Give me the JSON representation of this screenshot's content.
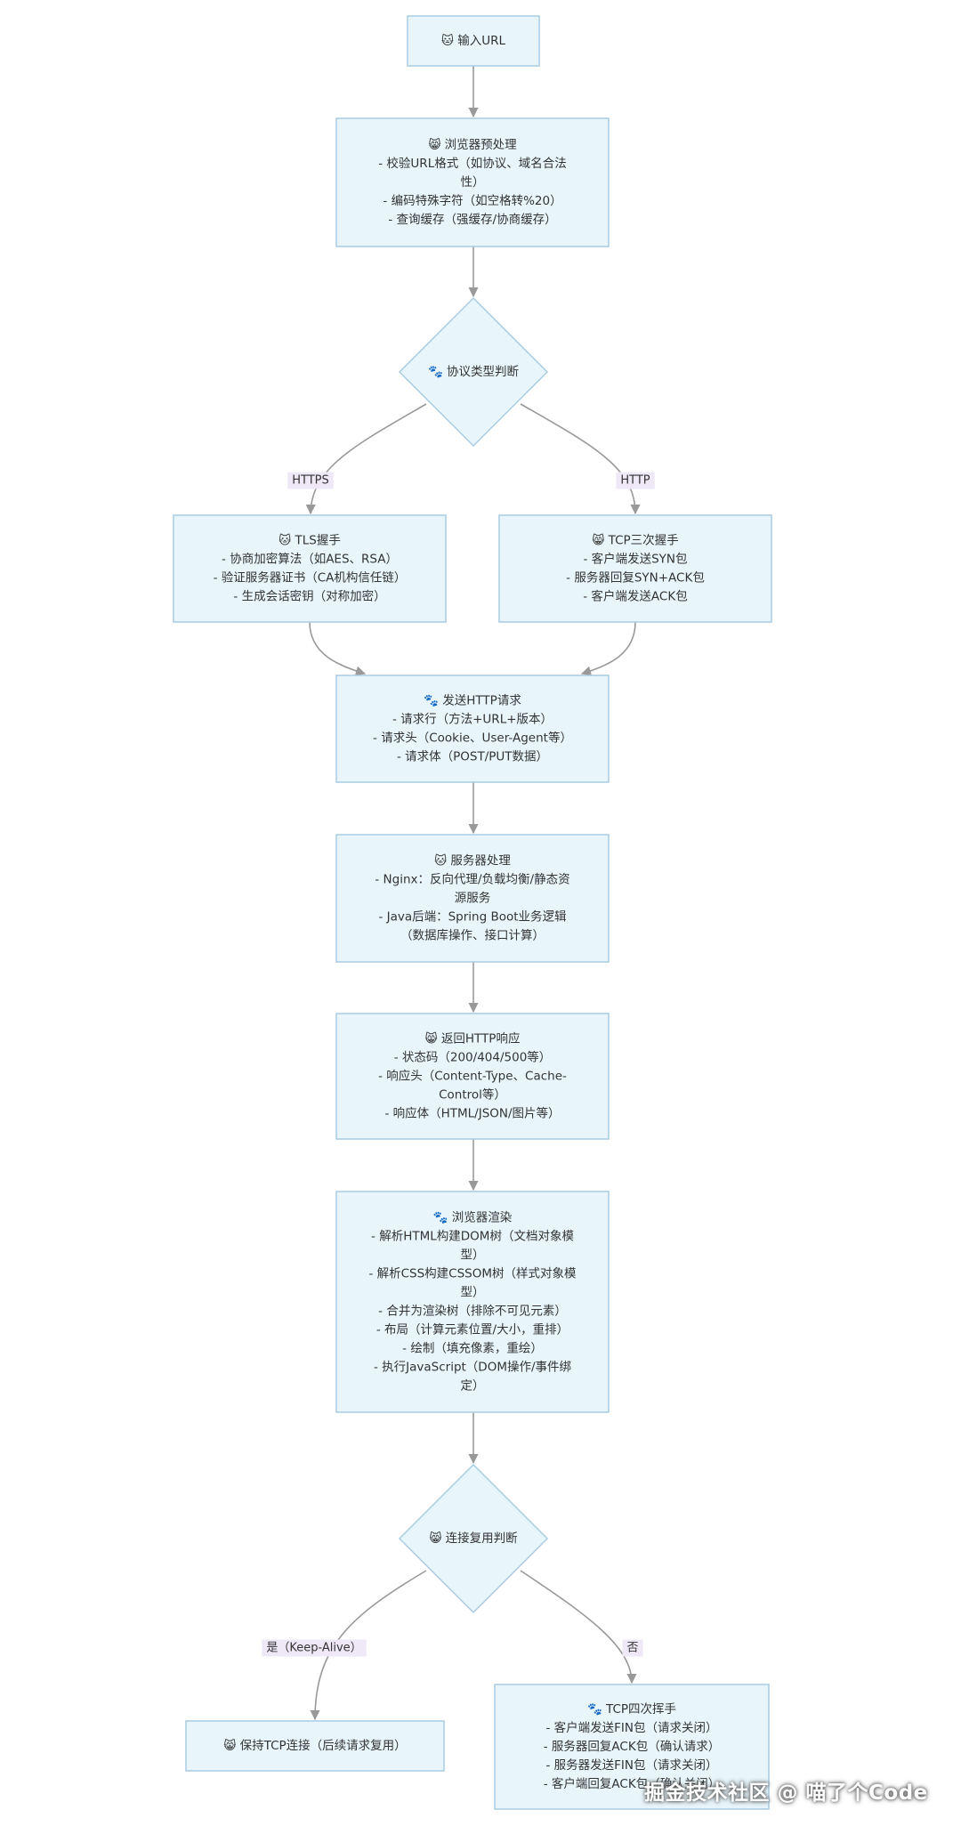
{
  "nodes": [
    {
      "id": "input-url",
      "shape": "rect",
      "icon": "cat-icon",
      "lines": [
        "🐱 输入URL"
      ]
    },
    {
      "id": "browser-preprocess",
      "shape": "rect",
      "icon": "cat-icon",
      "lines": [
        "😸 浏览器预处理",
        "- 校验URL格式（如协议、域名合法",
        "性）",
        "- 编码特殊字符（如空格转%20）",
        "- 查询缓存（强缓存/协商缓存）"
      ]
    },
    {
      "id": "protocol-decision",
      "shape": "diamond",
      "icon": "paw-icon",
      "lines": [
        "🐾 协议类型判断"
      ]
    },
    {
      "id": "tls-handshake",
      "shape": "rect",
      "icon": "cat-icon",
      "lines": [
        "🐱 TLS握手",
        "- 协商加密算法（如AES、RSA）",
        "- 验证服务器证书（CA机构信任链）",
        "- 生成会话密钥（对称加密）"
      ]
    },
    {
      "id": "tcp-handshake",
      "shape": "rect",
      "icon": "cat-icon",
      "lines": [
        "😸 TCP三次握手",
        "- 客户端发送SYN包",
        "- 服务器回复SYN+ACK包",
        "- 客户端发送ACK包"
      ]
    },
    {
      "id": "send-request",
      "shape": "rect",
      "icon": "paw-icon",
      "lines": [
        "🐾 发送HTTP请求",
        "- 请求行（方法+URL+版本）",
        "- 请求头（Cookie、User-Agent等）",
        "- 请求体（POST/PUT数据）"
      ]
    },
    {
      "id": "server-process",
      "shape": "rect",
      "icon": "cat-icon",
      "lines": [
        "🐱 服务器处理",
        "- Nginx：反向代理/负载均衡/静态资",
        "源服务",
        "- Java后端：Spring Boot业务逻辑",
        "（数据库操作、接口计算）"
      ]
    },
    {
      "id": "http-response",
      "shape": "rect",
      "icon": "cat-icon",
      "lines": [
        "😸 返回HTTP响应",
        "- 状态码（200/404/500等）",
        "- 响应头（Content-Type、Cache-",
        "Control等）",
        "- 响应体（HTML/JSON/图片等）"
      ]
    },
    {
      "id": "browser-render",
      "shape": "rect",
      "icon": "paw-icon",
      "lines": [
        "🐾 浏览器渲染",
        "- 解析HTML构建DOM树（文档对象模",
        "型）",
        "- 解析CSS构建CSSOM树（样式对象模",
        "型）",
        "- 合并为渲染树（排除不可见元素）",
        "- 布局（计算元素位置/大小，重排）",
        "- 绘制（填充像素，重绘）",
        "- 执行JavaScript（DOM操作/事件绑",
        "定）"
      ]
    },
    {
      "id": "reuse-decision",
      "shape": "diamond",
      "icon": "cat-icon",
      "lines": [
        "😸 连接复用判断"
      ]
    },
    {
      "id": "keep-alive",
      "shape": "rect",
      "icon": "cat-icon",
      "lines": [
        "😸 保持TCP连接（后续请求复用）"
      ]
    },
    {
      "id": "tcp-wave",
      "shape": "rect",
      "icon": "paw-icon",
      "lines": [
        "🐾 TCP四次挥手",
        "- 客户端发送FIN包（请求关闭）",
        "- 服务器回复ACK包（确认请求）",
        "- 服务器发送FIN包（请求关闭）",
        "- 客户端回复ACK包（确认关闭）"
      ]
    }
  ],
  "edges": [
    {
      "from": "input-url",
      "to": "browser-preprocess",
      "label": ""
    },
    {
      "from": "browser-preprocess",
      "to": "protocol-decision",
      "label": ""
    },
    {
      "from": "protocol-decision",
      "to": "tls-handshake",
      "label": "HTTPS"
    },
    {
      "from": "protocol-decision",
      "to": "tcp-handshake",
      "label": "HTTP"
    },
    {
      "from": "tls-handshake",
      "to": "send-request",
      "label": ""
    },
    {
      "from": "tcp-handshake",
      "to": "send-request",
      "label": ""
    },
    {
      "from": "send-request",
      "to": "server-process",
      "label": ""
    },
    {
      "from": "server-process",
      "to": "http-response",
      "label": ""
    },
    {
      "from": "http-response",
      "to": "browser-render",
      "label": ""
    },
    {
      "from": "browser-render",
      "to": "reuse-decision",
      "label": ""
    },
    {
      "from": "reuse-decision",
      "to": "keep-alive",
      "label": "是（Keep-Alive）"
    },
    {
      "from": "reuse-decision",
      "to": "tcp-wave",
      "label": "否"
    }
  ],
  "watermark": "掘金技术社区 @ 喵了个Code",
  "colors": {
    "node_fill": "#e8f6fc",
    "node_stroke": "#a9cce3",
    "edge": "#999999",
    "edge_label_bg": "#efe9f7"
  }
}
